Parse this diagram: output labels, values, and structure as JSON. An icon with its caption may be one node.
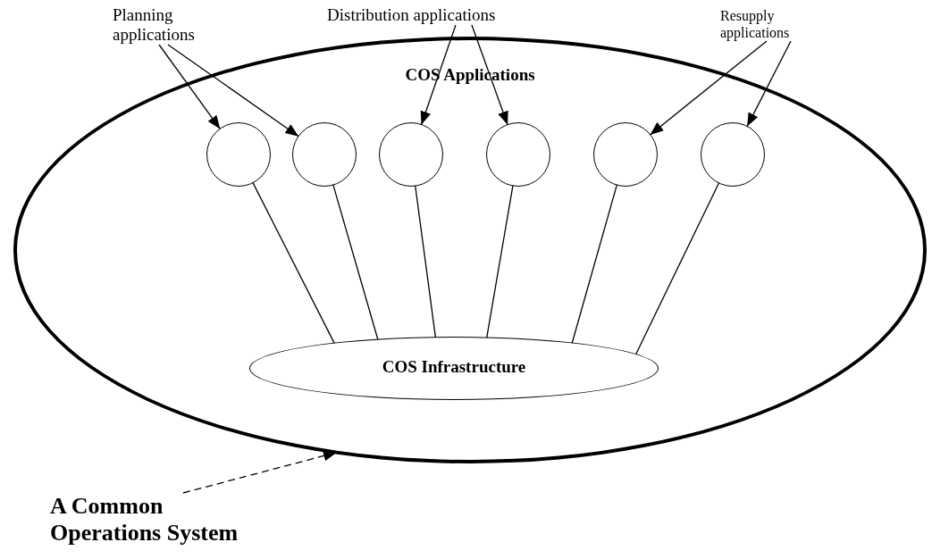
{
  "diagram": {
    "nodes": [
      {
        "text": [
          "Planning applications"
        ]
      },
      {
        "text": [
          "Distribution applications"
        ]
      },
      {
        "text": [
          "Resupply applications"
        ]
      },
      {
        "text": [
          "COS Applications"
        ]
      },
      {
        "text": [],
        "shape": "circle",
        "in": 3
      },
      {
        "text": [],
        "shape": "circle",
        "in": 3
      },
      {
        "text": [],
        "shape": "circle",
        "in": 3
      },
      {
        "text": [],
        "shape": "circle",
        "in": 3
      },
      {
        "text": [],
        "shape": "circle",
        "in": 3
      },
      {
        "text": [],
        "shape": "circle",
        "in": 3
      },
      {
        "text": [
          "COS Infrastructure"
        ],
        "in": 3
      },
      {
        "text": [
          "A Common Operations System"
        ]
      }
    ],
    "edges": [
      {
        "from": 0,
        "to": 4,
        "arrow": "to"
      },
      {
        "from": 0,
        "to": 5,
        "arrow": "to"
      },
      {
        "from": 1,
        "to": 6,
        "arrow": "to"
      },
      {
        "from": 1,
        "to": 7,
        "arrow": "to"
      },
      {
        "from": 2,
        "to": 8,
        "arrow": "to"
      },
      {
        "from": 2,
        "to": 9,
        "arrow": "to"
      },
      {
        "from": 4,
        "to": 10,
        "arrow": "none"
      },
      {
        "from": 5,
        "to": 10,
        "arrow": "none"
      },
      {
        "from": 6,
        "to": 10,
        "arrow": "none"
      },
      {
        "from": 7,
        "to": 10,
        "arrow": "none"
      },
      {
        "from": 8,
        "to": 10,
        "arrow": "none"
      },
      {
        "from": 9,
        "to": 10,
        "arrow": "none"
      },
      {
        "from": 11,
        "to": 3,
        "arrow": "to",
        "style": "dashed"
      }
    ]
  }
}
